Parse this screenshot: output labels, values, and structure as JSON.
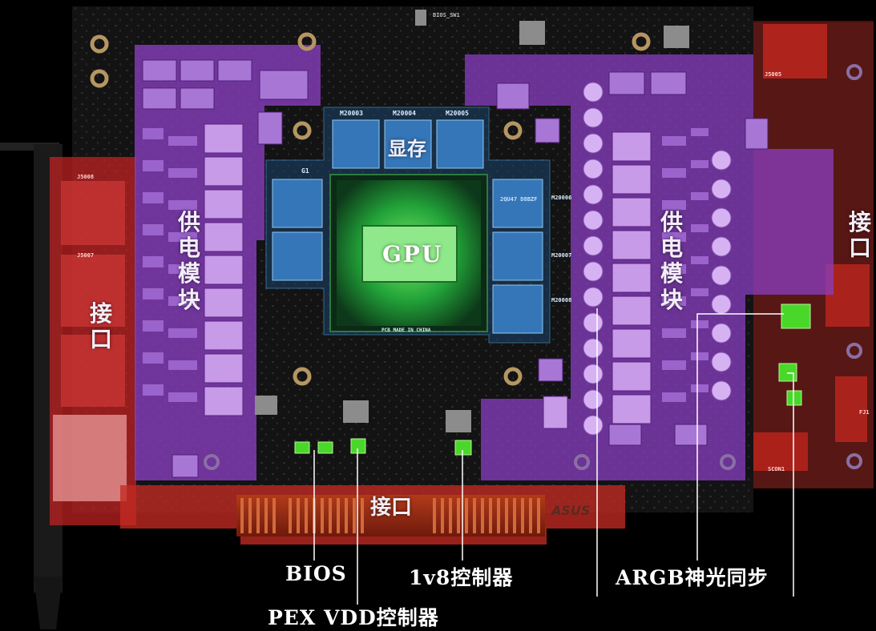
{
  "labels": {
    "vram": "显存",
    "gpu": "GPU",
    "power_left": "供电模块",
    "power_right": "供电模块",
    "io_left": "接口",
    "io_bottom": "接口",
    "io_right": "接口"
  },
  "callouts": {
    "bios": "BIOS",
    "pex_vdd": "PEX VDD控制器",
    "v18": "1v8控制器",
    "argb": "ARGB神光同步"
  },
  "silkscreen": {
    "bios_sw": "BIOS_SW1",
    "made_in": "PCB MADE IN CHINA",
    "brand": "ASUS",
    "mem_top": [
      "M20003",
      "M20004",
      "M20005"
    ],
    "mem_right": [
      "M20006",
      "M20007",
      "M20008"
    ],
    "g1": "G1",
    "j5008": "J5008",
    "j5007": "J5007",
    "j5005": "J5005",
    "scon1": "SCON1",
    "fj1": "FJ1",
    "mem_chip_text": "2QU47 D8BZF"
  },
  "colors": {
    "board": "#131313",
    "power_zone": "#8a3fc2",
    "vram_zone": "#2a6fb4",
    "gpu_glow": "#34d24a",
    "io_zone": "#cf2020",
    "controller": "#4ade2a"
  }
}
